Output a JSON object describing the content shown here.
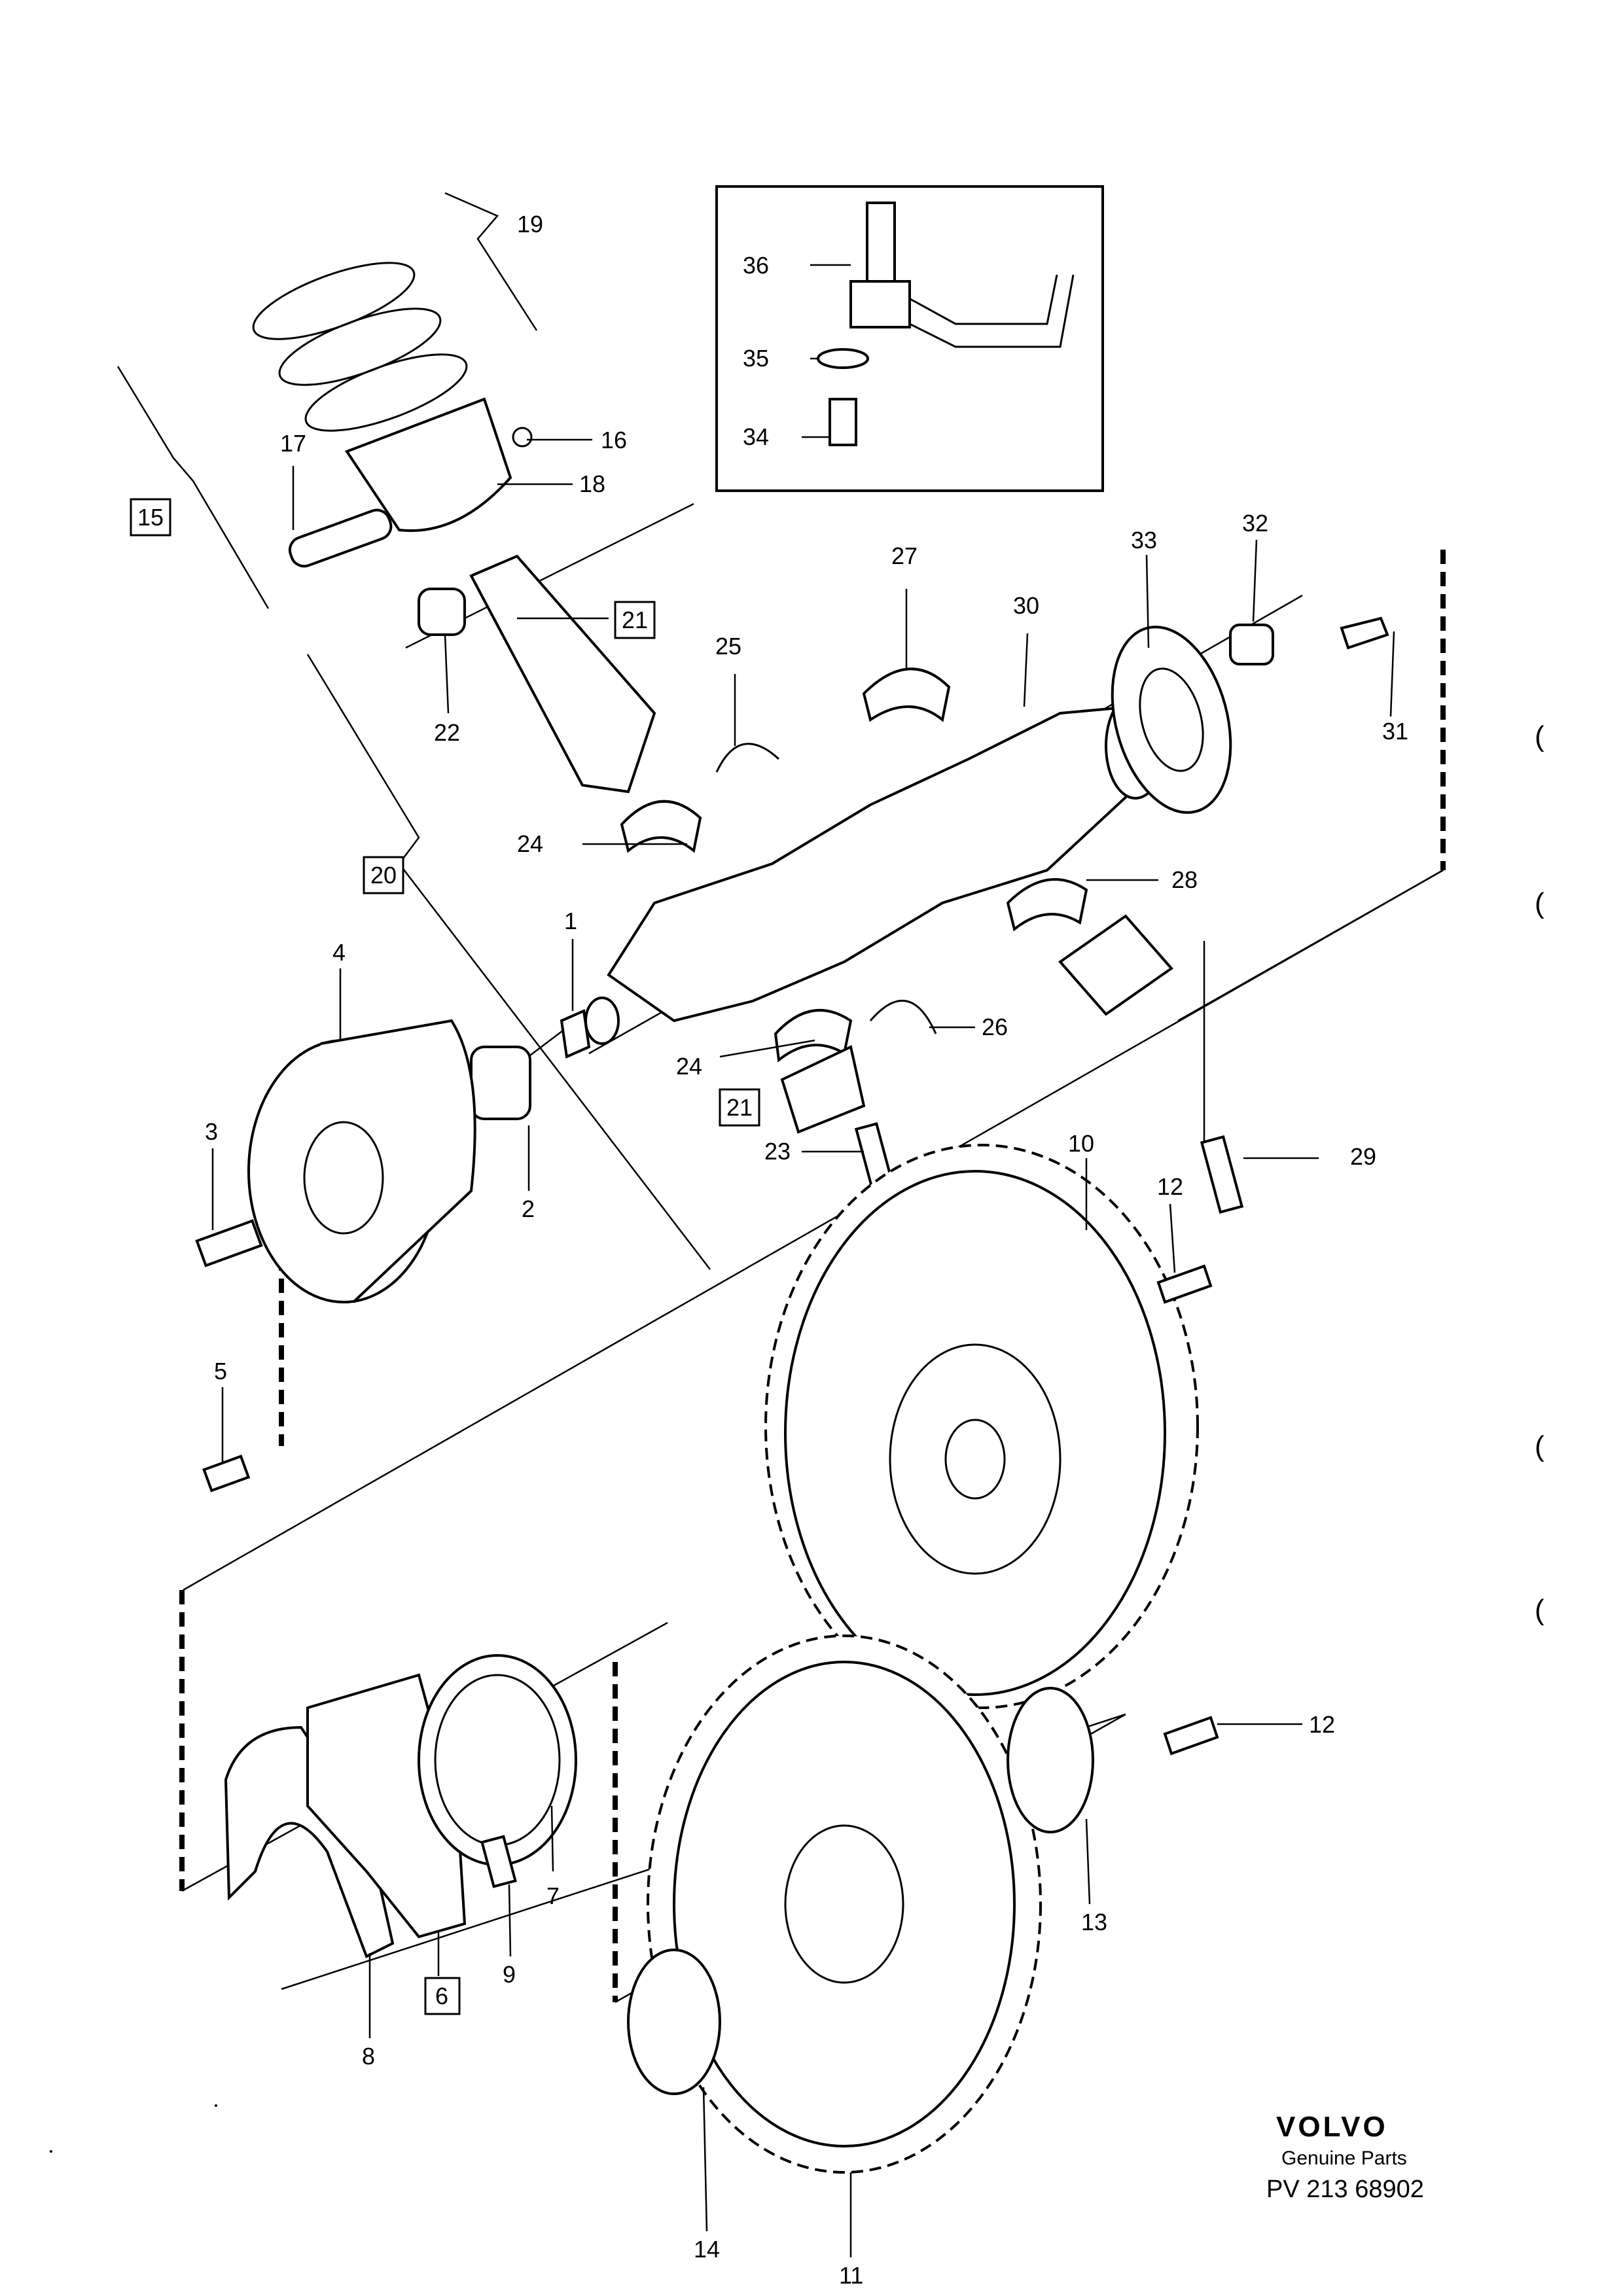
{
  "callouts": [
    "1",
    "2",
    "3",
    "4",
    "5",
    "6",
    "7",
    "8",
    "9",
    "10",
    "11",
    "12",
    "12",
    "13",
    "14",
    "15",
    "16",
    "17",
    "18",
    "19",
    "20",
    "21",
    "21",
    "22",
    "23",
    "24",
    "24",
    "25",
    "26",
    "27",
    "28",
    "29",
    "30",
    "31",
    "32",
    "33",
    "34",
    "35",
    "36"
  ],
  "brand": {
    "name": "VOLVO",
    "tagline": "Genuine Parts",
    "code": "PV 213 68902"
  },
  "margin_marks": [
    "(",
    "(",
    "(",
    "("
  ]
}
